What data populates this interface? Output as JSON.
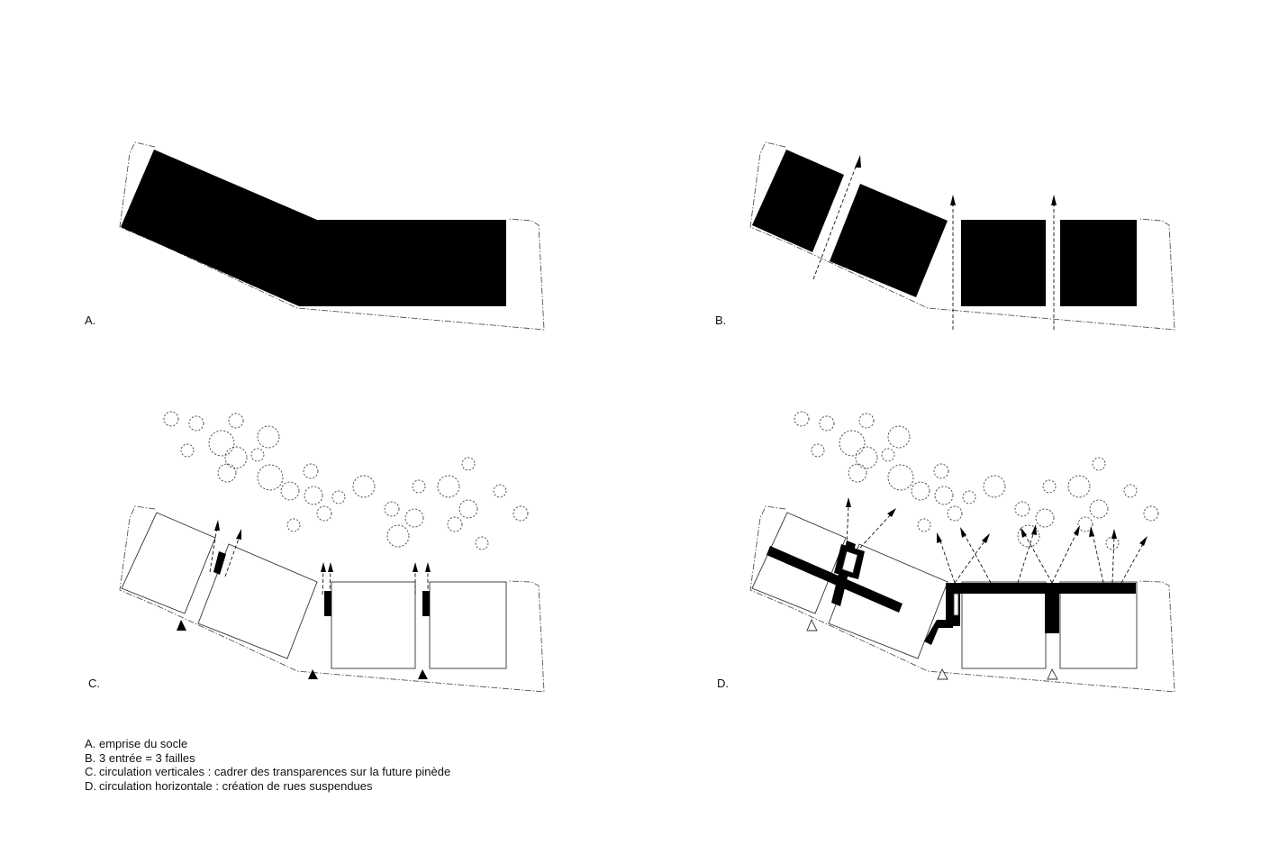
{
  "panels": [
    {
      "id": "a",
      "label": "A."
    },
    {
      "id": "b",
      "label": "B."
    },
    {
      "id": "c",
      "label": "C."
    },
    {
      "id": "d",
      "label": "D."
    }
  ],
  "legend": [
    {
      "key": "A.",
      "text": "emprise du socle"
    },
    {
      "key": "B.",
      "text": "3 entrée = 3 failles"
    },
    {
      "key": "C.",
      "text": "circulation verticales : cadrer des transparences sur la future pinède"
    },
    {
      "key": "D.",
      "text": "circulation horizontale : création de rues suspendues"
    }
  ],
  "colors": {
    "ink": "#000000",
    "line": "#333333",
    "background": "#ffffff"
  }
}
